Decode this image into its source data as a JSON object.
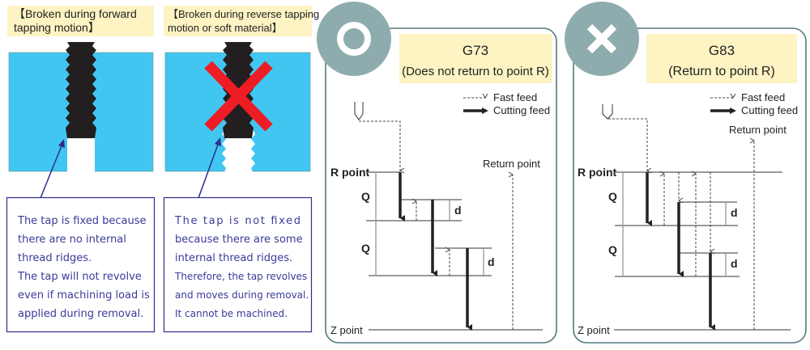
{
  "left": {
    "forward": {
      "heading_line1": "【Broken during forward",
      "heading_line2": "tapping motion】",
      "text": [
        "The tap is fixed because",
        "there are no internal",
        "thread ridges.",
        "The tap will not revolve",
        "even if machining load is",
        "applied during removal."
      ]
    },
    "reverse": {
      "heading_line1": "【Broken during reverse tapping",
      "heading_line2": "motion or soft material】",
      "text": [
        "The tap is not fixed",
        "because there are some",
        "internal thread ridges.",
        "Therefore, the tap revolves",
        "and moves during removal.",
        "It cannot be machined."
      ]
    }
  },
  "g73": {
    "mark": "circle-ok",
    "title": "G73",
    "subtitle": "(Does not return to point R)",
    "legend_fast": "Fast feed",
    "legend_cut": "Cutting feed",
    "r_point": "R point",
    "z_point": "Z point",
    "return_point": "Return point",
    "q": "Q",
    "d": "d"
  },
  "g83": {
    "mark": "cross-ng",
    "title": "G83",
    "subtitle": "(Return to point R)",
    "legend_fast": "Fast feed",
    "legend_cut": "Cutting feed",
    "r_point": "R point",
    "z_point": "Z point",
    "return_point": "Return point",
    "q": "Q",
    "d": "d"
  },
  "colors": {
    "material": "#41c6f1",
    "label_bg": "#fdf3c3",
    "panel_border": "#557a7c",
    "badge": "#8eacae",
    "navy": "#2c2c8c",
    "red_x": "#ee1c25"
  }
}
